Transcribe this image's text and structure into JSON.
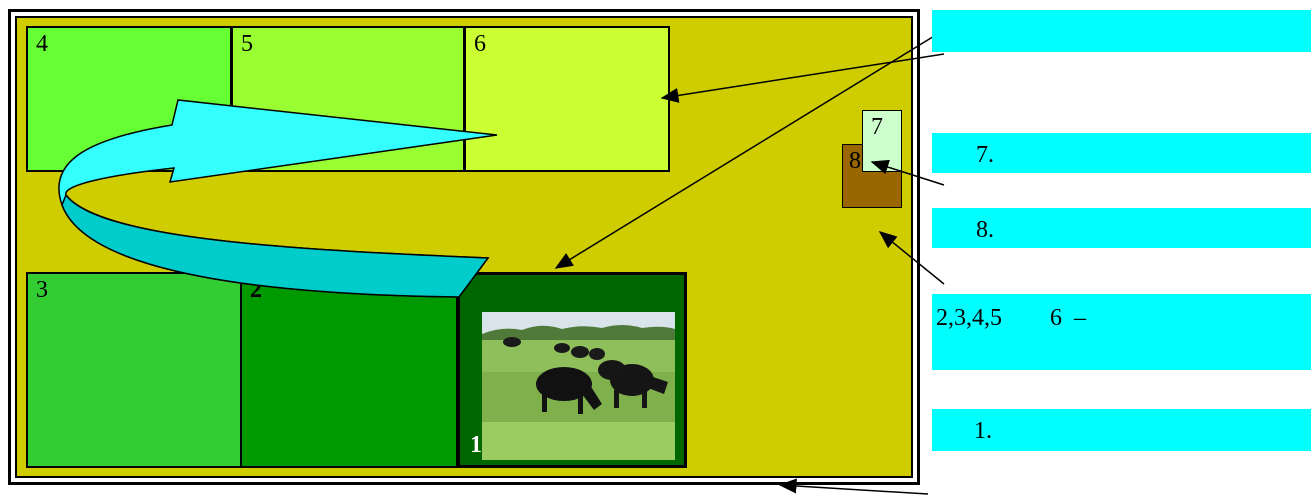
{
  "pastures": {
    "p1": "1",
    "p2": "2",
    "p3": "3",
    "p4": "4",
    "p5": "5",
    "p6": "6"
  },
  "markers": {
    "m7": "7",
    "m8": "8"
  },
  "legend": {
    "top": "",
    "item7": "7.",
    "item8": "8.",
    "rotation": "2,3,4,5        6  –",
    "item1": "1."
  },
  "colors": {
    "field": "#cfcd00",
    "paddock4": "#66ff33",
    "paddock5": "#99ff33",
    "paddock6": "#ccff33",
    "paddock3": "#33cc33",
    "paddock2": "#009900",
    "paddock1": "#006600",
    "watering": "#996600",
    "label_bg": "#00ffff",
    "rotation_arrow": "#33ffff"
  },
  "photo_subject": "black cattle grazing on pasture"
}
